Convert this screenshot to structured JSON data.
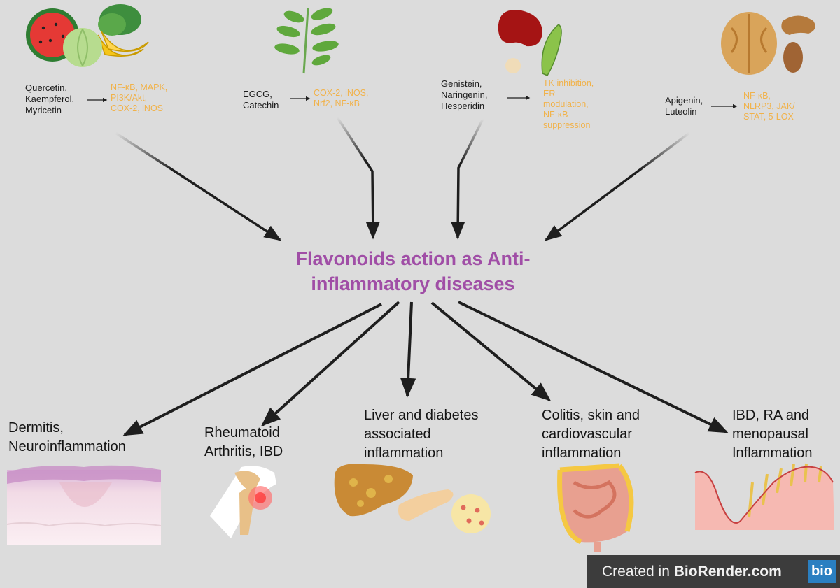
{
  "center": {
    "line1": "Flavonoids action as Anti-",
    "line2": "inflammatory diseases"
  },
  "sources": [
    {
      "compounds": [
        "Quercetin,",
        "Kaempferol,",
        "Myricetin"
      ],
      "effects": [
        "NF-κB, MAPK,",
        "PI3K/Akt,",
        "COX-2, iNOS"
      ]
    },
    {
      "compounds": [
        "EGCG,",
        "Catechin"
      ],
      "effects": [
        "COX-2, iNOS,",
        "Nrf2, NF-κB"
      ]
    },
    {
      "compounds": [
        "Genistein,",
        "Naringenin,",
        "Hesperidin"
      ],
      "effects": [
        "TK inhibition,",
        "ER",
        "modulation,",
        "NF-κB",
        "suppression"
      ]
    },
    {
      "compounds": [
        "Apigenin,",
        "Luteolin"
      ],
      "effects": [
        "NF-κB,",
        "NLRP3, JAK/",
        "STAT, 5-LOX"
      ]
    }
  ],
  "diseases": [
    {
      "lines": [
        "Dermitis,",
        "Neuroinflammation"
      ]
    },
    {
      "lines": [
        "Rheumatoid",
        "Arthritis, IBD"
      ]
    },
    {
      "lines": [
        "Liver and diabetes",
        "associated",
        "inflammation"
      ]
    },
    {
      "lines": [
        "Colitis, skin and",
        "cardiovascular",
        "inflammation"
      ]
    },
    {
      "lines": [
        "IBD, RA and",
        "menopausal",
        "Inflammation"
      ]
    }
  ],
  "badge": {
    "prefix": "Created in ",
    "brand": "BioRender.com",
    "logo": "bio"
  },
  "colors": {
    "background": "#dcdcdc",
    "center_text": "#a04ea6",
    "effect_text": "#f1b24a",
    "arrow": "#1e1e1e",
    "badge_bg": "#3c3c3c",
    "logo_bg": "#2a7fc1"
  },
  "icons": [
    "watermelon-cabbage-banana-icon",
    "green-tea-leaf-icon",
    "kidney-bean-soybean-icon",
    "walnut-peanut-almond-icon",
    "skin-tissue-icon",
    "inflamed-knee-joint-icon",
    "liver-pancreas-icon",
    "inflamed-intestine-icon",
    "intestinal-villi-icon"
  ]
}
